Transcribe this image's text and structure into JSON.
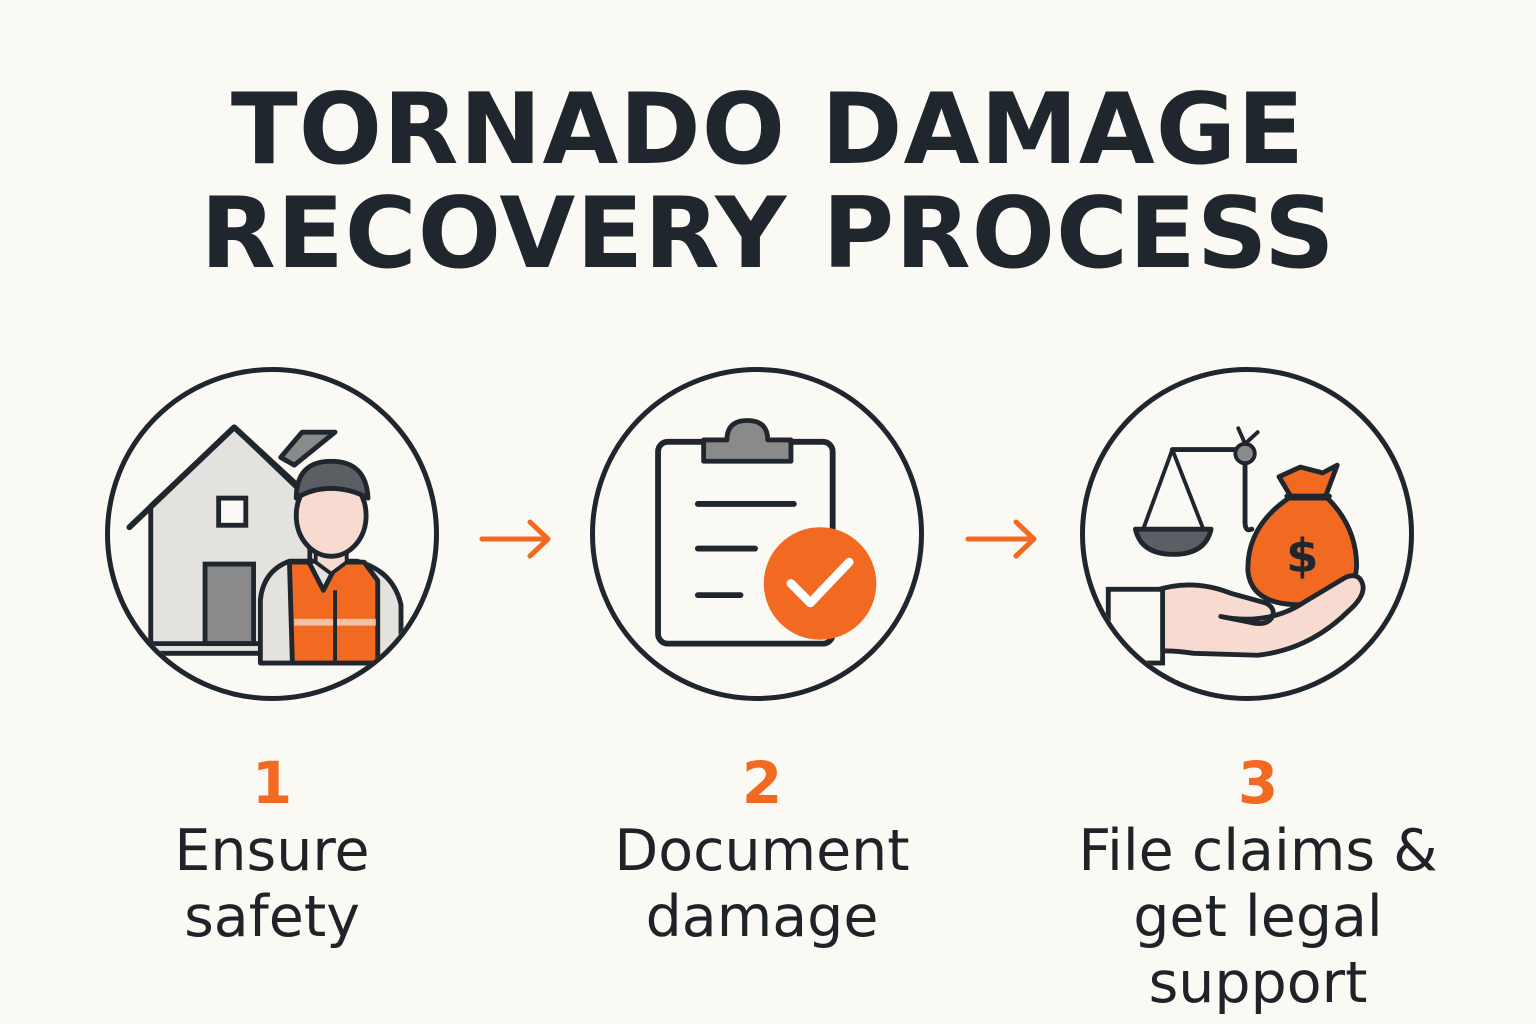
{
  "title": {
    "line1": "TORNADO DAMAGE",
    "line2": "RECOVERY PROCESS"
  },
  "steps": [
    {
      "number": "1",
      "line1": "Ensure",
      "line2": "safety",
      "icon": "house-and-safety-worker-icon"
    },
    {
      "number": "2",
      "line1": "Document",
      "line2": "damage",
      "icon": "clipboard-checkmark-icon"
    },
    {
      "number": "3",
      "line1": "File claims &",
      "line2": "get legal support",
      "icon": "scales-hand-money-bag-icon"
    }
  ],
  "colors": {
    "accent": "#f26a21",
    "ink": "#1f262d",
    "background": "#fbf9f4",
    "gray": "#8a8a8a",
    "light_gray": "#e4e2de",
    "skin": "#f7dbd0"
  }
}
